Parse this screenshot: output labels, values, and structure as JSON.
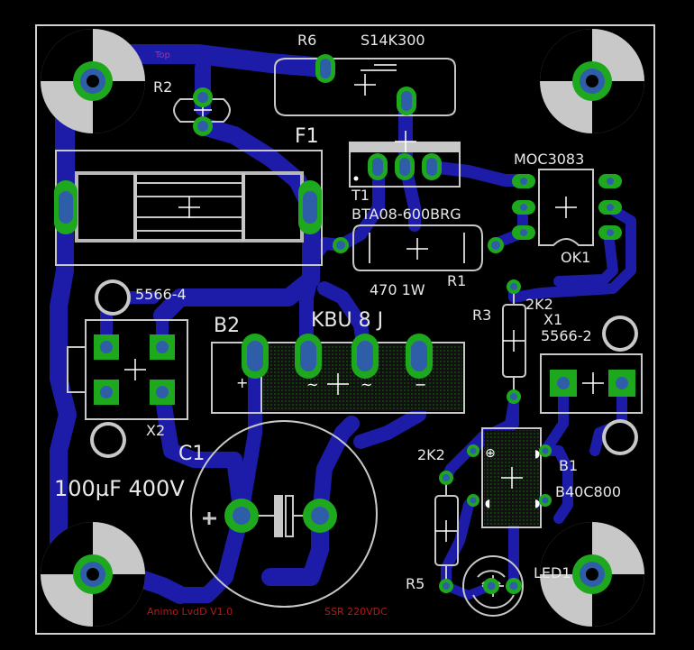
{
  "labels": {
    "top": "Top",
    "r2": "R2",
    "r6": "R6",
    "s14k300": "S14K300",
    "f1": "F1",
    "moc3083": "MOC3083",
    "t1": "T1",
    "bta": "BTA08-600BRG",
    "ok1": "OK1",
    "r1_value": "470 1W",
    "r1": "R1",
    "c5566_4": "5566-4",
    "b2": "B2",
    "kbu": "KBU 8 J",
    "r3": "R3",
    "r3_value": "2K2",
    "x1": "X1",
    "c5566_2": "5566-2",
    "x2": "X2",
    "c1": "C1",
    "cap_value": "100µF 400V",
    "r5_value": "2K2",
    "b1": "B1",
    "b40c800": "B40C800",
    "r5": "R5",
    "led": "LED1",
    "footer_left": "Animo LvdD V1.0",
    "footer_right": "SSR 220VDC"
  },
  "colors": {
    "background": "#000000",
    "trace": "#1c1ca8",
    "pad": "#1ea81e",
    "drill": "#2e5ea8",
    "silk": "#c8c8c8",
    "mark": "#b01c1c",
    "top_label": "#c82878"
  }
}
